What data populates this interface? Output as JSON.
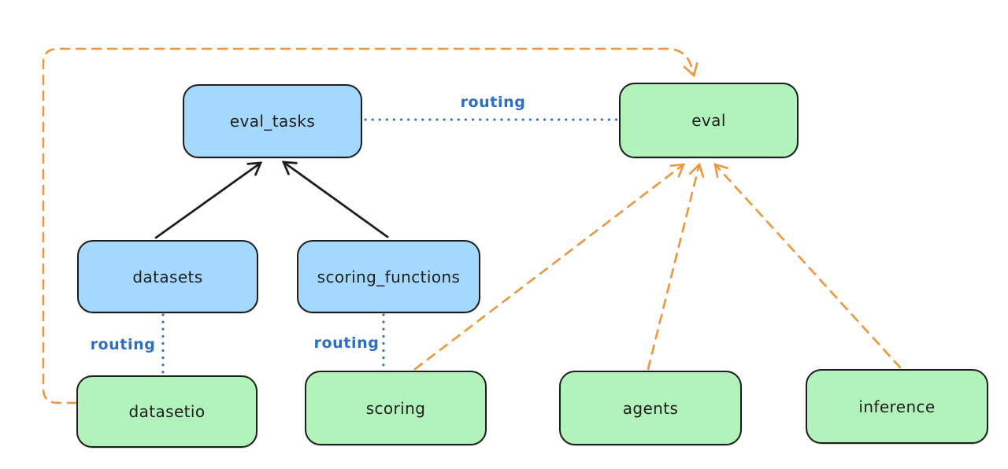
{
  "diagram": {
    "nodes": [
      {
        "id": "eval_tasks",
        "label": "eval_tasks",
        "kind": "api"
      },
      {
        "id": "eval",
        "label": "eval",
        "kind": "provider"
      },
      {
        "id": "datasets",
        "label": "datasets",
        "kind": "api"
      },
      {
        "id": "scoring_functions",
        "label": "scoring_functions",
        "kind": "api"
      },
      {
        "id": "datasetio",
        "label": "datasetio",
        "kind": "provider"
      },
      {
        "id": "scoring",
        "label": "scoring",
        "kind": "provider"
      },
      {
        "id": "agents",
        "label": "agents",
        "kind": "provider"
      },
      {
        "id": "inference",
        "label": "inference",
        "kind": "provider"
      }
    ],
    "edge_labels": [
      {
        "id": "routing-evaltasks-eval",
        "text": "routing"
      },
      {
        "id": "routing-datasets-datasetio",
        "text": "routing"
      },
      {
        "id": "routing-scoringfns-scoring",
        "text": "routing"
      }
    ],
    "colors": {
      "api_fill": "#a5d8ff",
      "provider_fill": "#b2f2bb",
      "node_stroke": "#1e1e1e",
      "solid_arrow": "#1e1e1e",
      "dashed_arrow": "#ec963e",
      "routing_line": "#2f6ebe",
      "background": "#ffffff"
    }
  }
}
